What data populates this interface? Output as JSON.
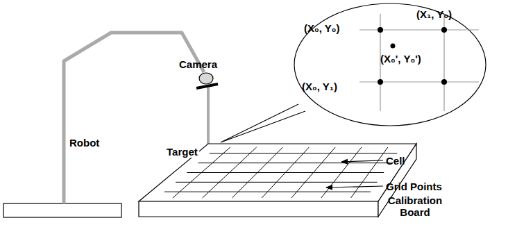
{
  "diagram": {
    "labels": [
      "(X₀, Y₀)",
      "(X₁, Y₀)",
      "(X₀', Y₀')",
      "(X₀, Y₁)",
      "Camera",
      "Target",
      "Robot",
      "Cell",
      "Grid Points",
      "Calibration Board"
    ]
  }
}
